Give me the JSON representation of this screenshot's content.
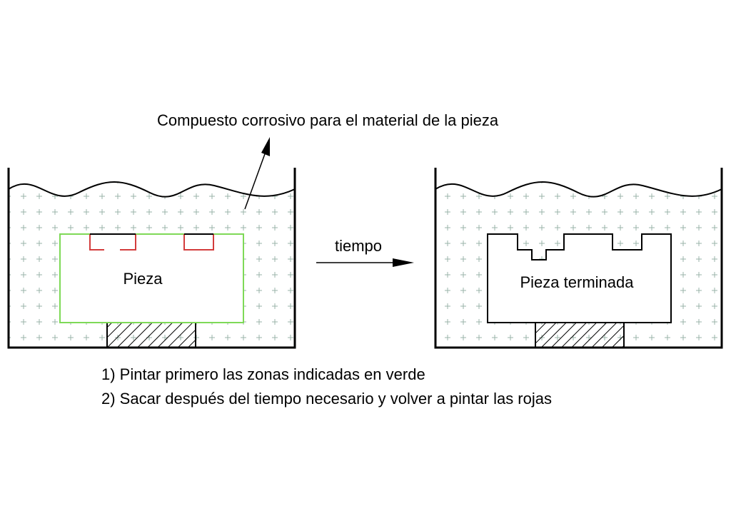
{
  "labels": {
    "corrosive": "Compuesto corrosivo para el material de la pieza",
    "time": "tiempo",
    "piece": "Pieza",
    "finished_piece": "Pieza terminada"
  },
  "notes": [
    "1) Pintar primero las zonas indicadas en verde",
    "2) Sacar después del tiempo necesario y volver a pintar las rojas"
  ],
  "colors": {
    "ink": "#000000",
    "liquid_marks": "#9ab3a8",
    "green_paint": "#7ed957",
    "red_paint": "#d33c3c"
  }
}
